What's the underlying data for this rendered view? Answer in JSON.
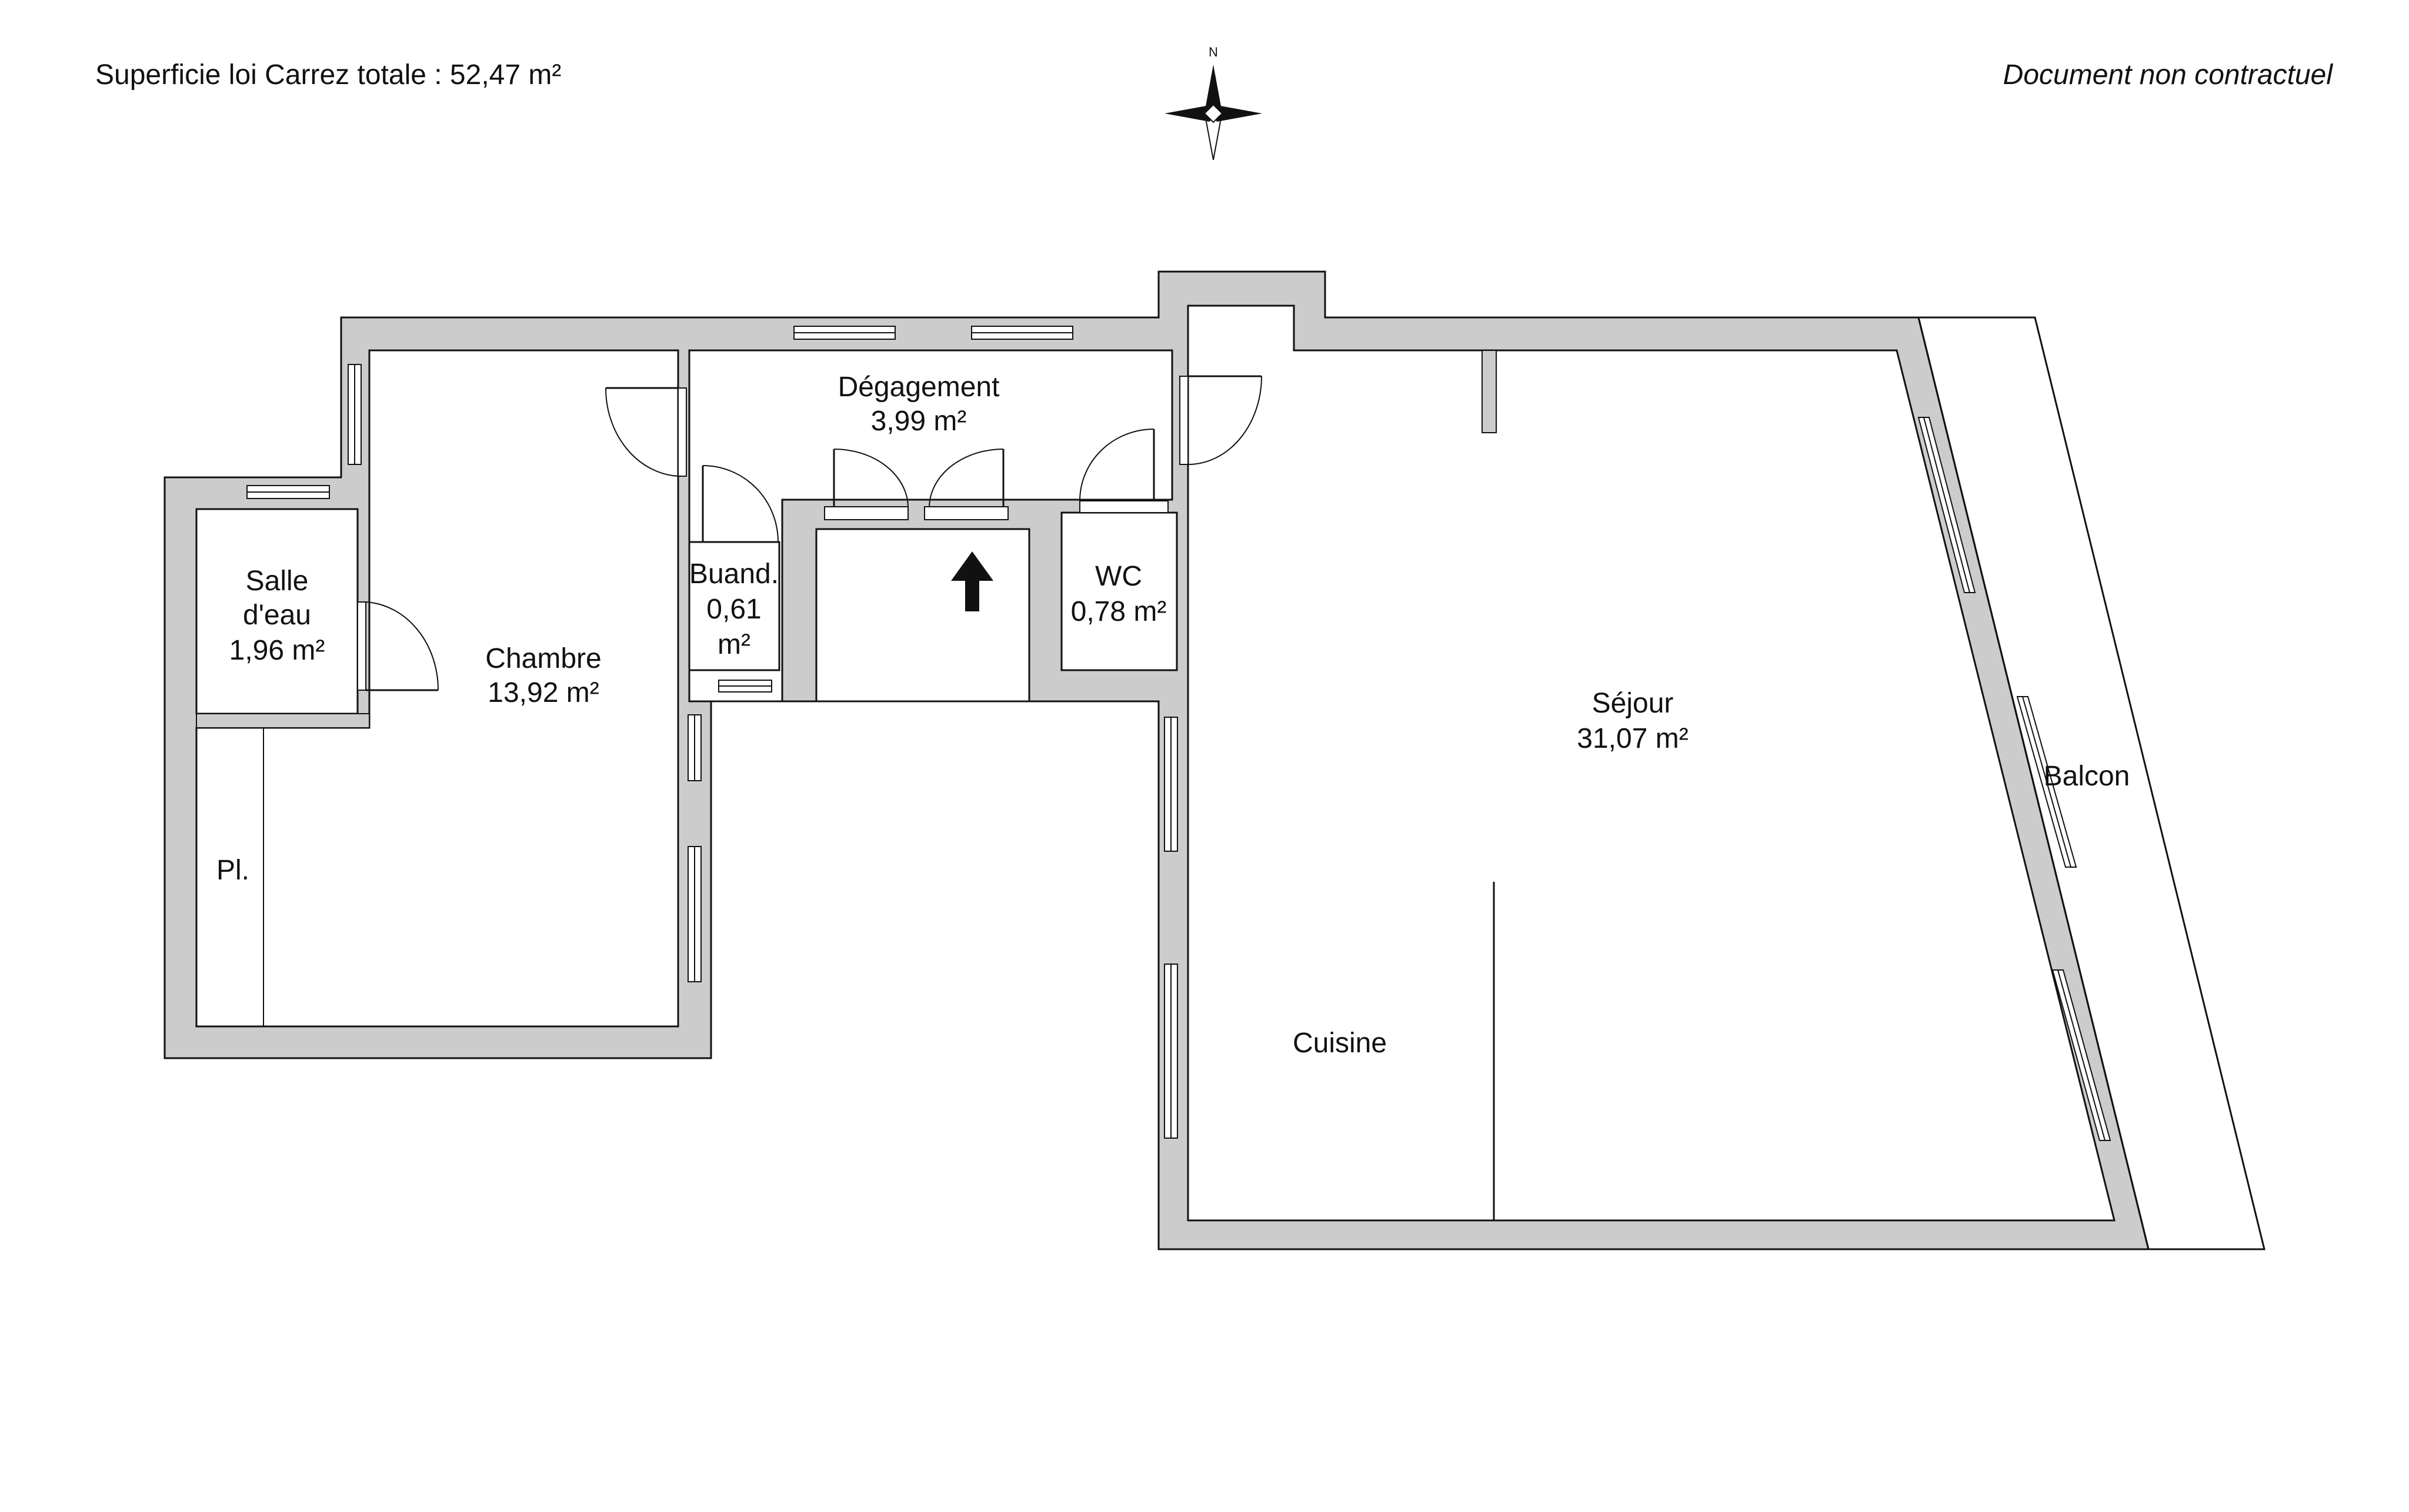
{
  "header": {
    "total_area": "Superficie loi Carrez totale :  52,47 m²",
    "disclaimer": "Document non contractuel"
  },
  "compass": {
    "north_label": "N"
  },
  "rooms": {
    "salle_eau": {
      "line1": "Salle",
      "line2": "d'eau",
      "area": "1,96 m²"
    },
    "chambre": {
      "name": "Chambre",
      "area": "13,92 m²"
    },
    "degagement": {
      "name": "Dégagement",
      "area": "3,99 m²"
    },
    "buanderie": {
      "name": "Buand.",
      "area_line1": "0,61",
      "area_line2": "m²"
    },
    "wc": {
      "name": "WC",
      "area": "0,78 m²"
    },
    "sejour": {
      "name": "Séjour",
      "area": "31,07 m²"
    },
    "cuisine": {
      "name": "Cuisine"
    },
    "placard": {
      "name": "Pl."
    },
    "balcon": {
      "name": "Balcon"
    }
  },
  "entrance": {
    "icon": "arrow-up-icon"
  }
}
